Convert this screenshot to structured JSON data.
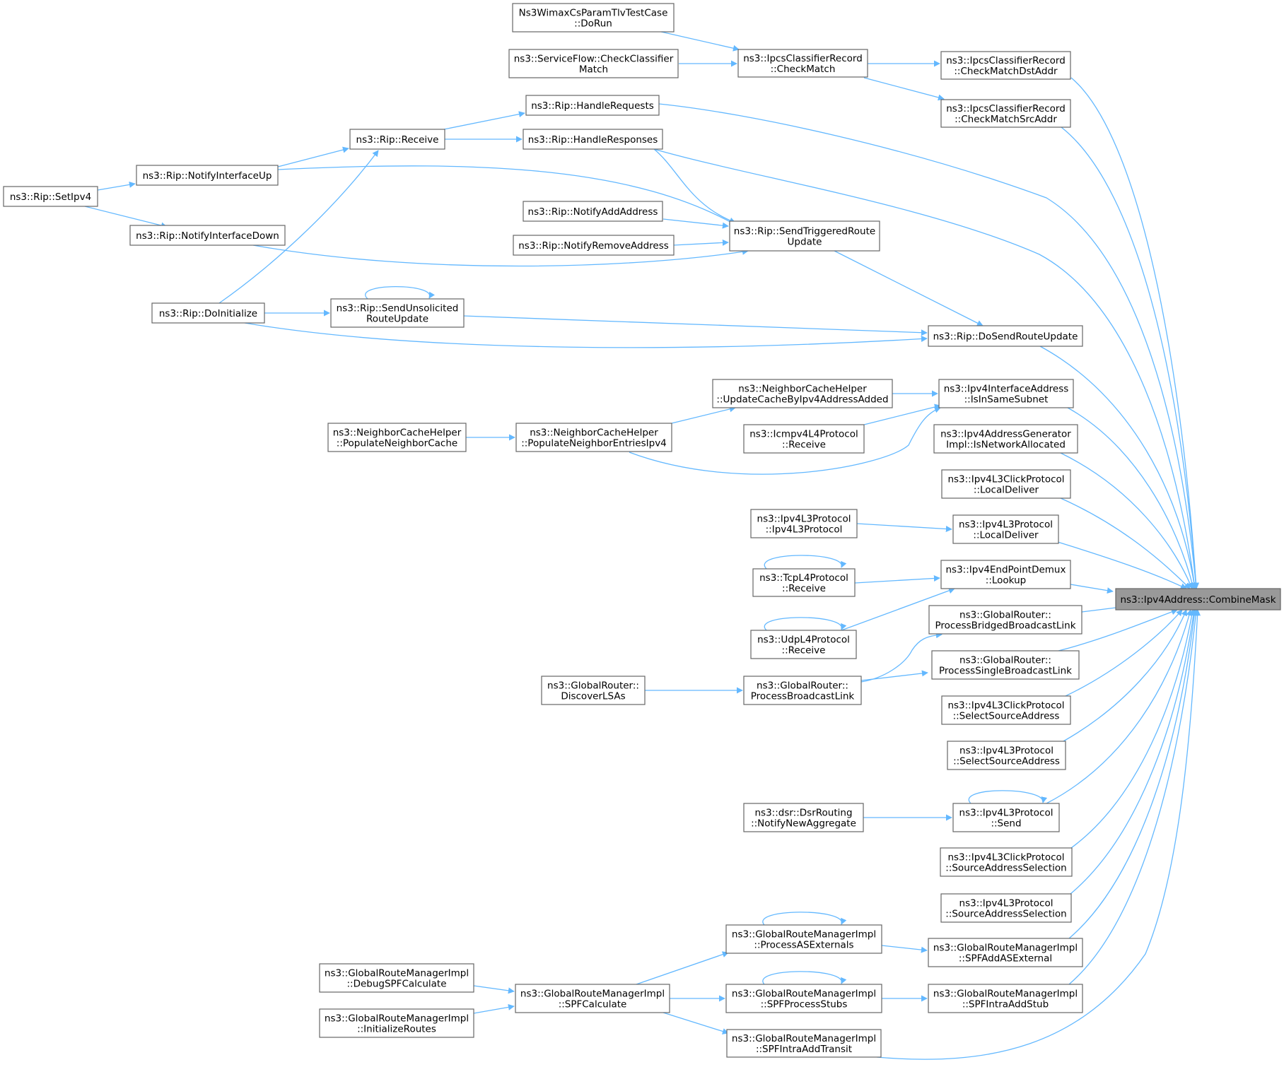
{
  "colors": {
    "edge": "#63b8ff",
    "node_border": "#666666",
    "root_fill": "#999999",
    "node_fill": "#ffffff"
  },
  "nodes": {
    "combine": [
      "ns3::Ipv4Address::CombineMask"
    ],
    "cmdst": [
      "ns3::IpcsClassifierRecord",
      "::CheckMatchDstAddr"
    ],
    "cmsrc": [
      "ns3::IpcsClassifierRecord",
      "::CheckMatchSrcAddr"
    ],
    "dosend": [
      "ns3::Rip::DoSendRouteUpdate"
    ],
    "issame": [
      "ns3::Ipv4InterfaceAddress",
      "::IsInSameSubnet"
    ],
    "isnet": [
      "ns3::Ipv4AddressGenerator",
      "Impl::IsNetworkAllocated"
    ],
    "clickld": [
      "ns3::Ipv4L3ClickProtocol",
      "::LocalDeliver"
    ],
    "l3ld": [
      "ns3::Ipv4L3Protocol",
      "::LocalDeliver"
    ],
    "lookup": [
      "ns3::Ipv4EndPointDemux",
      "::Lookup"
    ],
    "pbbl": [
      "ns3::GlobalRouter::",
      "ProcessBridgedBroadcastLink"
    ],
    "psbl": [
      "ns3::GlobalRouter::",
      "ProcessSingleBroadcastLink"
    ],
    "clicksel": [
      "ns3::Ipv4L3ClickProtocol",
      "::SelectSourceAddress"
    ],
    "l3sel": [
      "ns3::Ipv4L3Protocol",
      "::SelectSourceAddress"
    ],
    "l3send": [
      "ns3::Ipv4L3Protocol",
      "::Send"
    ],
    "clicksas": [
      "ns3::Ipv4L3ClickProtocol",
      "::SourceAddressSelection"
    ],
    "l3sas": [
      "ns3::Ipv4L3Protocol",
      "::SourceAddressSelection"
    ],
    "spfase": [
      "ns3::GlobalRouteManagerImpl",
      "::SPFAddASExternal"
    ],
    "spfstub": [
      "ns3::GlobalRouteManagerImpl",
      "::SPFIntraAddStub"
    ],
    "spftransit": [
      "ns3::GlobalRouteManagerImpl",
      "::SPFIntraAddTransit"
    ],
    "checkmatch": [
      "ns3::IpcsClassifierRecord",
      "::CheckMatch"
    ],
    "wimax": [
      "Ns3WimaxCsParamTlvTestCase",
      "::DoRun"
    ],
    "svcflow": [
      "ns3::ServiceFlow::CheckClassifier",
      "Match"
    ],
    "handlereq": [
      "ns3::Rip::HandleRequests"
    ],
    "handleresp": [
      "ns3::Rip::HandleResponses"
    ],
    "ripreceive": [
      "ns3::Rip::Receive"
    ],
    "ifup": [
      "ns3::Rip::NotifyInterfaceUp"
    ],
    "setipv4": [
      "ns3::Rip::SetIpv4"
    ],
    "ifdown": [
      "ns3::Rip::NotifyInterfaceDown"
    ],
    "doinit": [
      "ns3::Rip::DoInitialize"
    ],
    "addaddr": [
      "ns3::Rip::NotifyAddAddress"
    ],
    "remaddr": [
      "ns3::Rip::NotifyRemoveAddress"
    ],
    "trig": [
      "ns3::Rip::SendTriggeredRoute",
      "Update"
    ],
    "unsol": [
      "ns3::Rip::SendUnsolicited",
      "RouteUpdate"
    ],
    "ucache": [
      "ns3::NeighborCacheHelper",
      "::UpdateCacheByIpv4AddressAdded"
    ],
    "icmp": [
      "ns3::Icmpv4L4Protocol",
      "::Receive"
    ],
    "popent": [
      "ns3::NeighborCacheHelper",
      "::PopulateNeighborEntriesIpv4"
    ],
    "popcache": [
      "ns3::NeighborCacheHelper",
      "::PopulateNeighborCache"
    ],
    "l3ctor": [
      "ns3::Ipv4L3Protocol",
      "::Ipv4L3Protocol"
    ],
    "tcp": [
      "ns3::TcpL4Protocol",
      "::Receive"
    ],
    "udp": [
      "ns3::UdpL4Protocol",
      "::Receive"
    ],
    "pbl": [
      "ns3::GlobalRouter::",
      "ProcessBroadcastLink"
    ],
    "discover": [
      "ns3::GlobalRouter::",
      "DiscoverLSAs"
    ],
    "dsr": [
      "ns3::dsr::DsrRouting",
      "::NotifyNewAggregate"
    ],
    "procase": [
      "ns3::GlobalRouteManagerImpl",
      "::ProcessASExternals"
    ],
    "spfps": [
      "ns3::GlobalRouteManagerImpl",
      "::SPFProcessStubs"
    ],
    "spfcalc": [
      "ns3::GlobalRouteManagerImpl",
      "::SPFCalculate"
    ],
    "debugspf": [
      "ns3::GlobalRouteManagerImpl",
      "::DebugSPFCalculate"
    ],
    "initroutes": [
      "ns3::GlobalRouteManagerImpl",
      "::InitializeRoutes"
    ]
  }
}
